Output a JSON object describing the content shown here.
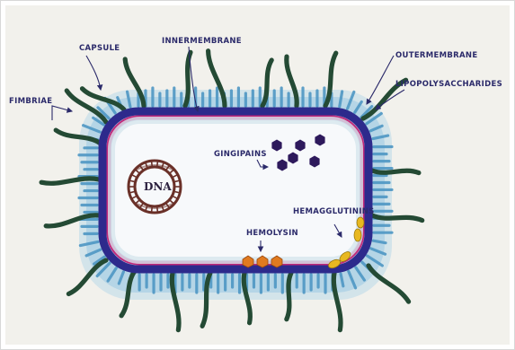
{
  "labels": {
    "capsule": "CAPSULE",
    "inner_membrane": "INNERMEMBRANE",
    "outer_membrane": "OUTERMEMBRANE",
    "lipopolysaccharides": "LIPOPOLYSACCHARIDES",
    "fimbriae": "FIMBRIAE",
    "gingipains": "GINGIPAINS",
    "dna": "DNA",
    "hemagglutinins": "HEMAGGLUTININS",
    "hemolysin": "HEMOLYSIN"
  },
  "colors": {
    "paper": "#f2f1ec",
    "capsule_blue": "#5aa6cf",
    "outer_membrane": "#2d2a8c",
    "inner_membrane": "#c0287a",
    "cytoplasm": "#f7f9fb",
    "fimbriae_green": "#244a34",
    "gingipain_purple": "#2e1a5c",
    "dna_brown": "#6a3028",
    "hemolysin_orange": "#e07a20",
    "hemagglutinin_yellow": "#e8b820",
    "label_ink": "#2b2a6a"
  },
  "icons": {
    "gingipain": "hexagon",
    "hemolysin": "orange-blob",
    "hemagglutinin": "yellow-oval"
  }
}
